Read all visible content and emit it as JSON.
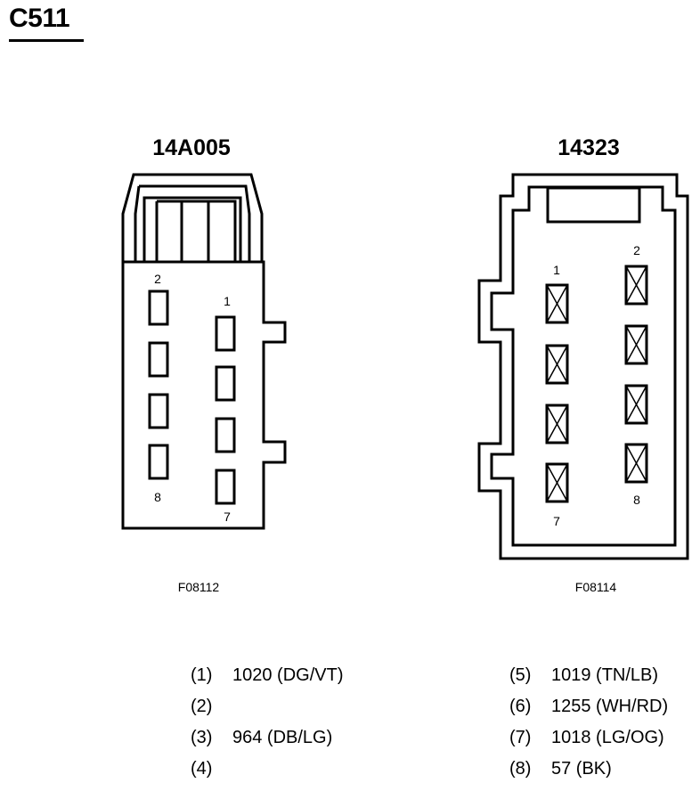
{
  "connector": {
    "title": "C511"
  },
  "left_view": {
    "part_number": "14A005",
    "figure_code": "F08112",
    "pin_labels": {
      "p1": "1",
      "p2": "2",
      "p7": "7",
      "p8": "8"
    }
  },
  "right_view": {
    "part_number": "14323",
    "figure_code": "F08114",
    "pin_labels": {
      "p1": "1",
      "p2": "2",
      "p7": "7",
      "p8": "8"
    }
  },
  "pinout": {
    "left_column": [
      {
        "pin": "(1)",
        "circuit": "1020 (DG/VT)"
      },
      {
        "pin": "(2)",
        "circuit": ""
      },
      {
        "pin": "(3)",
        "circuit": "964 (DB/LG)"
      },
      {
        "pin": "(4)",
        "circuit": ""
      }
    ],
    "right_column": [
      {
        "pin": "(5)",
        "circuit": "1019 (TN/LB)"
      },
      {
        "pin": "(6)",
        "circuit": "1255 (WH/RD)"
      },
      {
        "pin": "(7)",
        "circuit": "1018 (LG/OG)"
      },
      {
        "pin": "(8)",
        "circuit": "57 (BK)"
      }
    ]
  }
}
